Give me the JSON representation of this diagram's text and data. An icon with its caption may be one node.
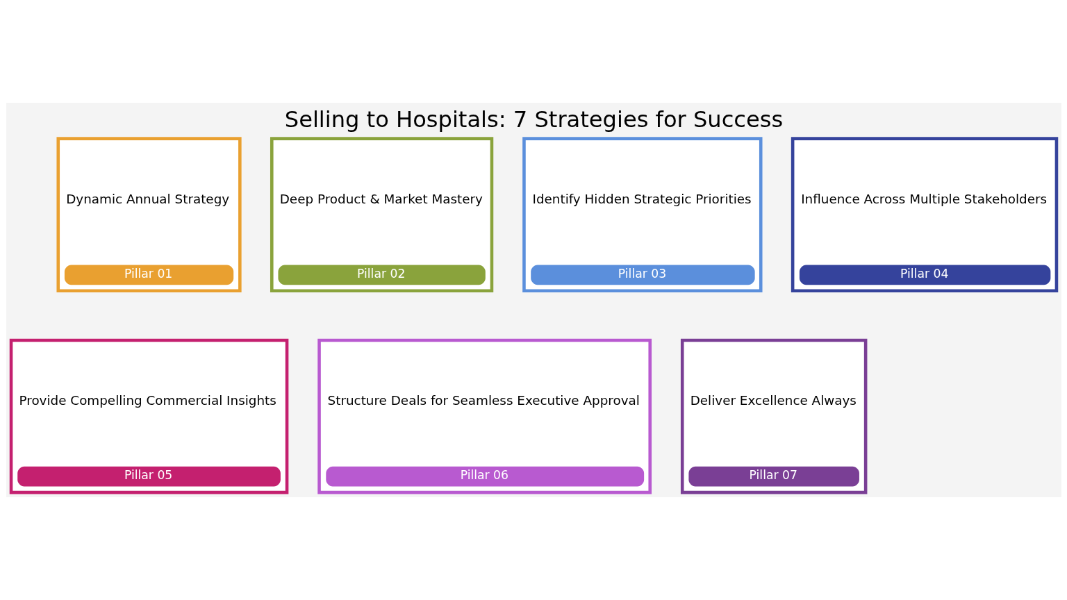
{
  "diagram": {
    "title": "Selling to Hospitals: 7 Strategies for Success",
    "nodes": [
      {
        "text": [
          "Dynamic Annual Strategy",
          "Pillar 01"
        ]
      },
      {
        "text": [
          "Deep Product & Market Mastery",
          "Pillar 02"
        ]
      },
      {
        "text": [
          "Identify Hidden Strategic Priorities",
          "Pillar 03"
        ]
      },
      {
        "text": [
          "Influence Across Multiple Stakeholders",
          "Pillar 04"
        ]
      },
      {
        "text": [
          "Provide Compelling Commercial Insights",
          "Pillar 05"
        ]
      },
      {
        "text": [
          "Structure Deals for Seamless Executive Approval",
          "Pillar 06"
        ]
      },
      {
        "text": [
          "Deliver Excellence Always",
          "Pillar 07"
        ]
      }
    ],
    "edges": []
  }
}
